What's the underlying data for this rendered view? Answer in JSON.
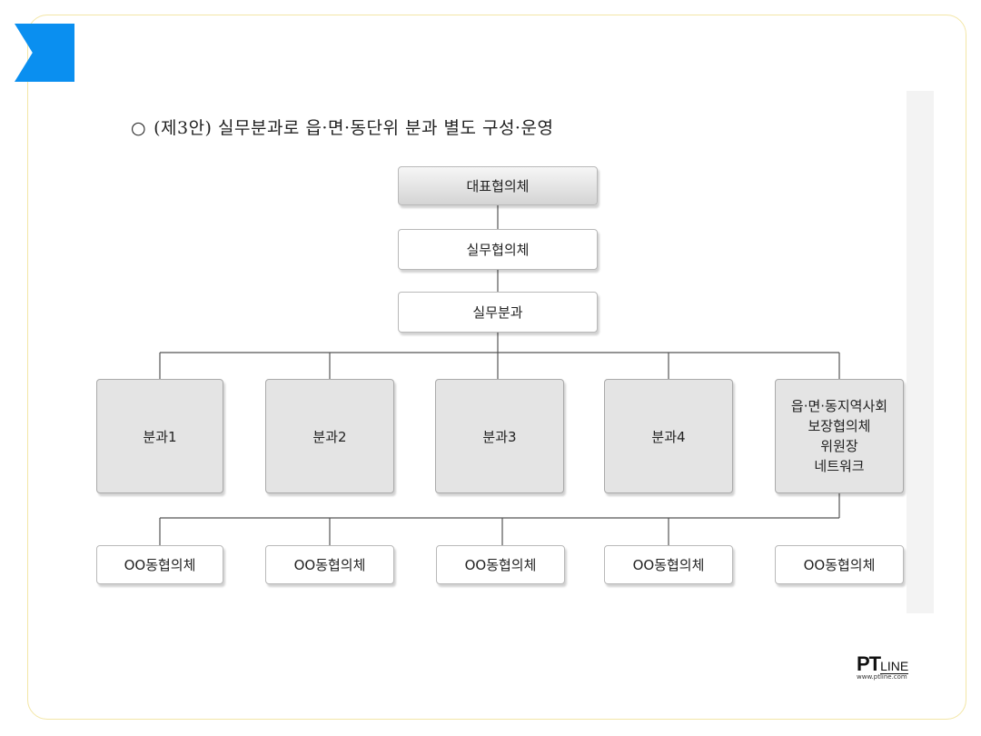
{
  "heading": {
    "bullet": "○",
    "text": "(제3안) 실무분과로 읍·면·동단위 분과 별도 구성·운영"
  },
  "org": {
    "top": "대표협의체",
    "mid1": "실무협의체",
    "mid2": "실무분과",
    "subs": [
      "분과1",
      "분과2",
      "분과3",
      "분과4"
    ],
    "network": [
      "읍·면·동지역사회",
      "보장협의체",
      "위원장",
      "네트워크"
    ],
    "dongs": [
      "OO동협의체",
      "OO동협의체",
      "OO동협의체",
      "OO동협의체",
      "OO동협의체"
    ]
  },
  "logo": {
    "pt": "PT",
    "line": "LINE",
    "url": "www.ptline.com"
  }
}
